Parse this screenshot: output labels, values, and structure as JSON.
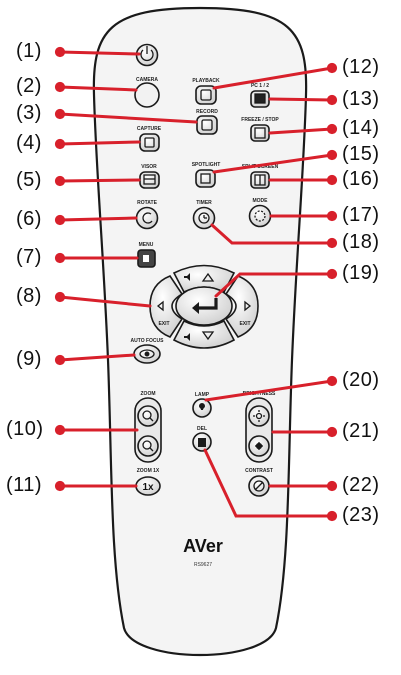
{
  "callouts_left": [
    {
      "id": "1",
      "label": "(1)"
    },
    {
      "id": "2",
      "label": "(2)"
    },
    {
      "id": "3",
      "label": "(3)"
    },
    {
      "id": "4",
      "label": "(4)"
    },
    {
      "id": "5",
      "label": "(5)"
    },
    {
      "id": "6",
      "label": "(6)"
    },
    {
      "id": "7",
      "label": "(7)"
    },
    {
      "id": "8",
      "label": "(8)"
    },
    {
      "id": "9",
      "label": "(9)"
    },
    {
      "id": "10",
      "label": "(10)"
    },
    {
      "id": "11",
      "label": "(11)"
    }
  ],
  "callouts_right": [
    {
      "id": "12",
      "label": "(12)"
    },
    {
      "id": "13",
      "label": "(13)"
    },
    {
      "id": "14",
      "label": "(14)"
    },
    {
      "id": "15",
      "label": "(15)"
    },
    {
      "id": "16",
      "label": "(16)"
    },
    {
      "id": "17",
      "label": "(17)"
    },
    {
      "id": "18",
      "label": "(18)"
    },
    {
      "id": "19",
      "label": "(19)"
    },
    {
      "id": "20",
      "label": "(20)"
    },
    {
      "id": "21",
      "label": "(21)"
    },
    {
      "id": "22",
      "label": "(22)"
    },
    {
      "id": "23",
      "label": "(23)"
    }
  ],
  "buttons": {
    "camera": "CAMERA",
    "playback": "PLAYBACK",
    "pc": "PC 1 / 2",
    "record": "RECORD",
    "capture": "CAPTURE",
    "freeze_stop": "FREEZE / STOP",
    "visor": "VISOR",
    "spotlight": "SPOTLIGHT",
    "split_screen": "SPLIT SCREEN",
    "rotate": "ROTATE",
    "timer": "TIMER",
    "mode": "MODE",
    "menu": "MENU",
    "exit_left": "EXIT",
    "exit_right": "EXIT",
    "auto_focus": "AUTO FOCUS",
    "zoom": "ZOOM",
    "zoom_1x": "ZOOM 1X",
    "zoom_1x_glyph": "1x",
    "lamp": "LAMP",
    "brightness": "BRIGHTNESS",
    "del": "DEL",
    "contrast": "CONTRAST"
  },
  "brand": {
    "logo": "AVer",
    "model": "RS9627"
  },
  "colors": {
    "callout_red": "#d8202b",
    "body_fill": "#f4f4f4",
    "body_stroke": "#1a1a1a"
  }
}
